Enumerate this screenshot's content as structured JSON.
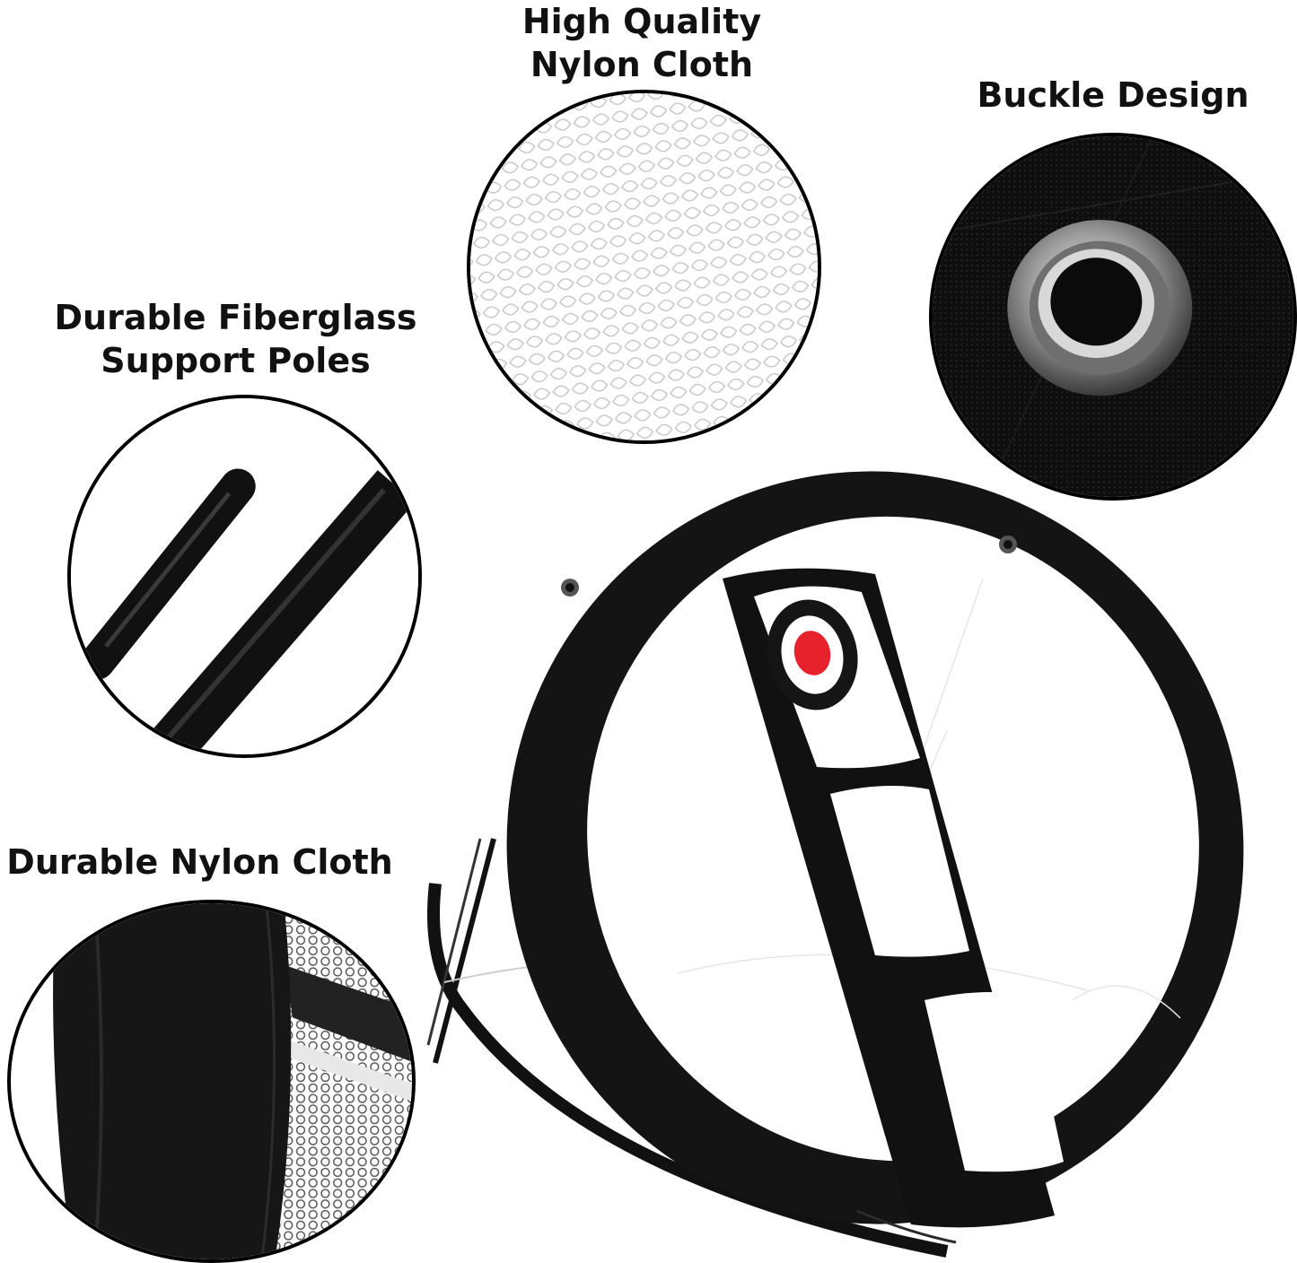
{
  "labels": {
    "high_quality_nylon_line1": "High Quality",
    "high_quality_nylon_line2": "Nylon Cloth",
    "buckle_design": "Buckle Design",
    "fiberglass_line1": "Durable Fiberglass",
    "fiberglass_line2": "Support Poles",
    "durable_nylon": "Durable Nylon Cloth"
  },
  "colors": {
    "frame": "#111111",
    "net": "#ffffff",
    "target_center": "#e8222d",
    "text": "#111111"
  },
  "icons": [
    "mesh-closeup",
    "grommet-closeup",
    "pole-closeup",
    "fabric-closeup",
    "chipping-net"
  ]
}
